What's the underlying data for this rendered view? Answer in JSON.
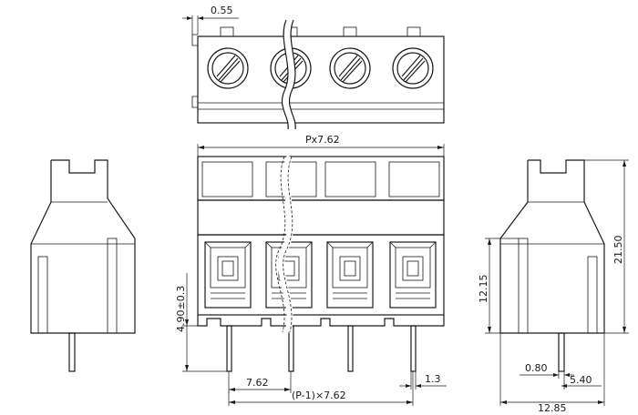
{
  "labels": {
    "slot_gap": "0.55",
    "overall_length": "Px7.62",
    "pin_pitch": "7.62",
    "pin_span": "(P-1)×7.62",
    "pin_width": "1.3",
    "pin_length": "4.90±0.3",
    "body_height": "12.15",
    "total_height": "21.50",
    "pin_thickness": "0.80",
    "pin_offset": "5.40",
    "total_depth": "12.85"
  },
  "views": [
    "top-view",
    "left-side-view",
    "front-view",
    "right-side-view"
  ]
}
